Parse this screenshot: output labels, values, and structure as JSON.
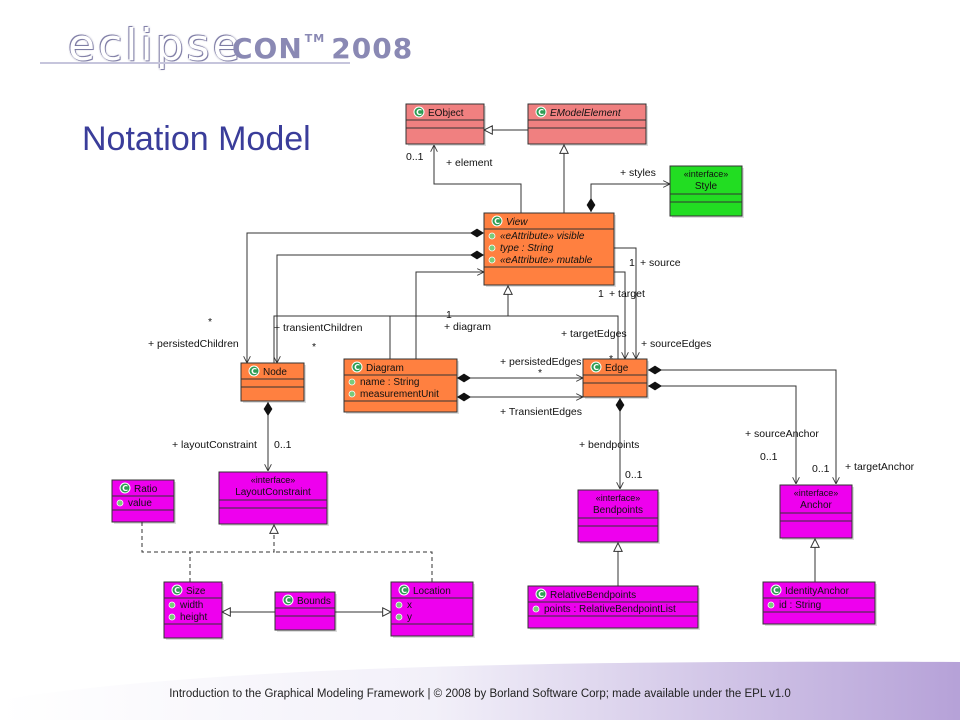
{
  "logo": {
    "eclipse": "eclipse",
    "con": "CON",
    "tm": "TM",
    "year": "2008"
  },
  "title": "Notation Model",
  "footer": "Introduction to the Graphical Modeling Framework  |  © 2008 by Borland Software Corp; made available under the EPL v1.0",
  "colors": {
    "emf_fill": "#f08080",
    "view_fill": "#ff8040",
    "interface_fill": "#ee00ee",
    "style_fill": "#22dd22",
    "stroke": "#333333",
    "title": "#3a3d9a",
    "logo": "#8a89b4"
  },
  "classes": {
    "eobject": {
      "name": "EObject",
      "attributes": []
    },
    "emodelelement": {
      "name": "EModelElement",
      "attributes": []
    },
    "style": {
      "stereotype": "«interface»",
      "name": "Style",
      "attributes": []
    },
    "view": {
      "name": "View",
      "attributes": [
        "«eAttribute» visible",
        "type : String",
        "«eAttribute» mutable"
      ]
    },
    "node": {
      "name": "Node",
      "attributes": []
    },
    "diagram": {
      "name": "Diagram",
      "attributes": [
        "name : String",
        "measurementUnit"
      ]
    },
    "edge": {
      "name": "Edge",
      "attributes": []
    },
    "ratio": {
      "name": "Ratio",
      "attributes": [
        "value"
      ]
    },
    "layoutconstraint": {
      "stereotype": "«interface»",
      "name": "LayoutConstraint",
      "attributes": []
    },
    "bendpoints": {
      "stereotype": "«interface»",
      "name": "Bendpoints",
      "attributes": []
    },
    "anchor": {
      "stereotype": "«interface»",
      "name": "Anchor",
      "attributes": []
    },
    "size": {
      "name": "Size",
      "attributes": [
        "width",
        "height"
      ]
    },
    "bounds": {
      "name": "Bounds",
      "attributes": []
    },
    "location": {
      "name": "Location",
      "attributes": [
        "x",
        "y"
      ]
    },
    "relativebendpoints": {
      "name": "RelativeBendpoints",
      "attributes": [
        "points : RelativeBendpointList"
      ]
    },
    "identityanchor": {
      "name": "IdentityAnchor",
      "attributes": [
        "id : String"
      ]
    }
  },
  "labels": {
    "element_mult": "0..1",
    "element": "+ element",
    "styles": "+ styles",
    "styles_mult": "*",
    "source_mult": "1",
    "source": "+ source",
    "target_mult": "1",
    "target": "+ target",
    "diagram_mult": "1",
    "diagram": "+ diagram",
    "persisted_mult": "*",
    "persisted_children": "+ persistedChildren",
    "transient_children": "+ transientChildren",
    "transient_mult": "*",
    "target_edges": "+ targetEdges",
    "target_edges_mult": "*",
    "source_edges": "+ sourceEdges",
    "persisted_edges": "+ persistedEdges",
    "persisted_edges_mult": "*",
    "transient_edges": "+ TransientEdges",
    "layout_constraint": "+ layoutConstraint",
    "layout_mult": "0..1",
    "bendpoints": "+ bendpoints",
    "bendpoints_mult": "0..1",
    "source_anchor": "+ sourceAnchor",
    "source_anchor_mult": "0..1",
    "target_anchor": "+ targetAnchor",
    "target_anchor_mult": "0..1"
  }
}
